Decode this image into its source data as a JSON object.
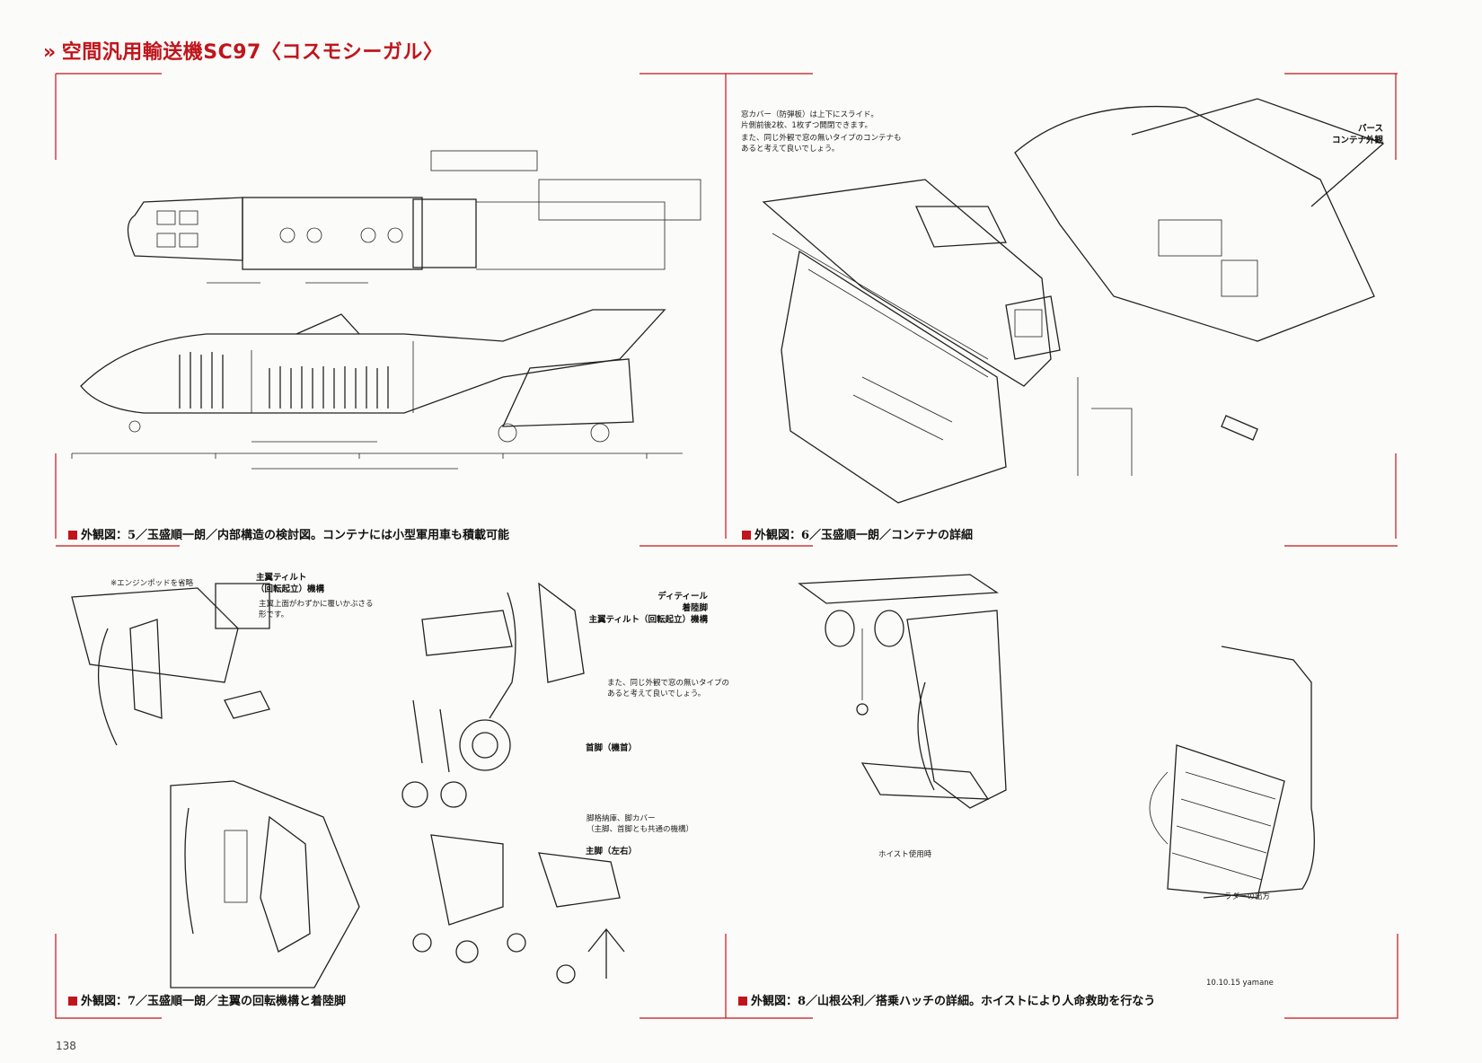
{
  "page": {
    "title": "空間汎用輸送機SC97〈コスモシーガル〉",
    "page_number": "138"
  },
  "panels": [
    {
      "caption": "外観図：5／玉盛順一朗／内部構造の検討図。コンテナには小型軍用車も積載可能"
    },
    {
      "caption": "外観図：6／玉盛順一朗／コンテナの詳細",
      "notes": [
        "窓カバー（防弾板）は上下にスライド。\n片側前後2枚、1枚ずつ開閉できます。",
        "また、同じ外観で窓の無いタイプのコンテナも\nあると考えて良いでしょう。"
      ],
      "label": "パース\nコンテナ外観"
    },
    {
      "caption": "外観図：7／玉盛順一朗／主翼の回転機構と着陸脚",
      "notes": [
        "※エンジンポッドを省略",
        "主翼上面がわずかに覆いかぶさる\n形です。",
        "また、同じ外観で窓の無いタイプの\nあると考えて良いでしょう。",
        "脚格納庫、脚カバー\n（主脚、首脚とも共通の機構）"
      ],
      "labels": {
        "wing_tilt": "主翼ティルト\n（回転起立）機構",
        "detail": "ディティール\n着陸脚\n主翼ティルト（回転起立）機構",
        "nose_gear": "首脚（機首）",
        "main_gear": "主脚（左右）"
      }
    },
    {
      "caption": "外観図：8／山根公利／搭乗ハッチの詳細。ホイストにより人命救助を行なう",
      "notes": {
        "hoist": "ホイスト使用時",
        "ladder": "ラダーの出方",
        "signature": "10.10.15  yamane"
      }
    }
  ],
  "colors": {
    "accent": "#c0151b",
    "paper": "#fbfbf9",
    "ink": "#222222"
  }
}
